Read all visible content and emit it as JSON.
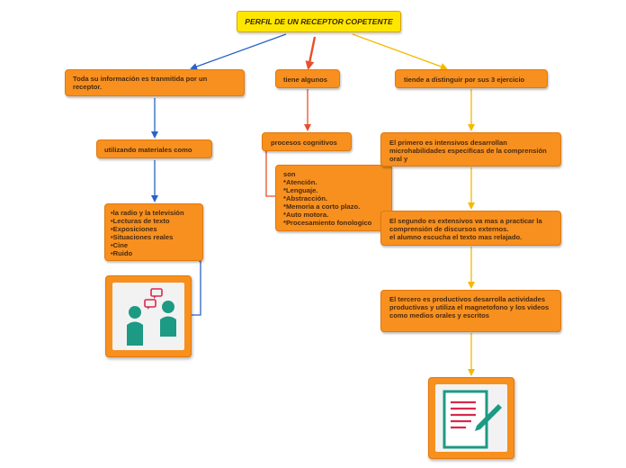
{
  "title": "PERFIL DE UN RECEPTOR COPETENTE",
  "left": {
    "main": "Toda su información es tranmitida por un receptor.",
    "sub": "utilizando materiales como",
    "list": "•la radio y la televisión\n•Lecturas de texto\n•Exposiciones\n•Situaciones reales\n•Cine\n•Ruido",
    "icon": "conversation-people-icon"
  },
  "middle": {
    "main": "tiene algunos",
    "sub": "procesos cognitivos",
    "list": "son\n*Atención.\n*Lenguaje.\n*Abstracción.\n*Memoria a corto plazo.\n*Auto motora.\n*Procesamiento fonologico"
  },
  "right": {
    "main": "tiende a distinguir por sus 3 ejercicio",
    "step1": "El primero es intensivos desarrollan microhabilidades especificas de la comprensión oral y",
    "step2": "El segundo es extensivos va mas a practicar la comprensión de discursos externos.\nel alumno escucha el texto mas relajado.",
    "step3": "El tercero es productivos desarrolla actividades productivas y utiliza el magnetofono y los videos como medios orales y escritos",
    "icon": "document-edit-icon"
  },
  "colors": {
    "node": "#f7901e",
    "title": "#ffe600",
    "blue_line": "#2a63c4",
    "red_line": "#e8502a",
    "yellow_line": "#f5b800"
  }
}
